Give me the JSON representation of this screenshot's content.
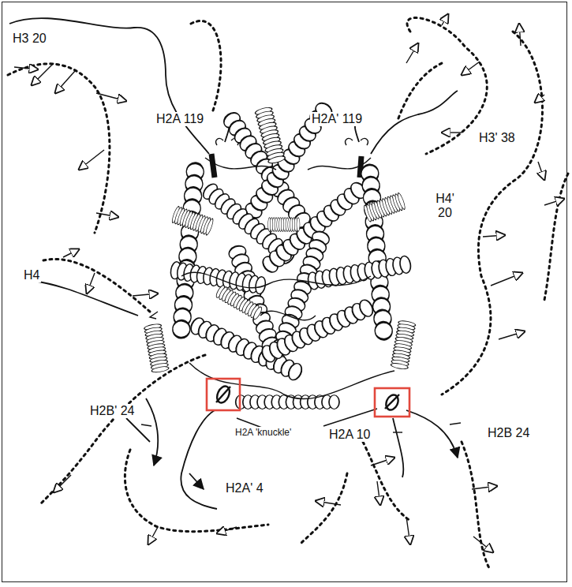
{
  "diagram": {
    "labels": [
      "H3 20",
      "H2A 119",
      "H2A' 119",
      "H3' 38",
      "H4' 20",
      "H4",
      "H2B' 24",
      "H2A 'knuckle'",
      "H2A 10",
      "H2B 24",
      "H2A' 4"
    ]
  }
}
